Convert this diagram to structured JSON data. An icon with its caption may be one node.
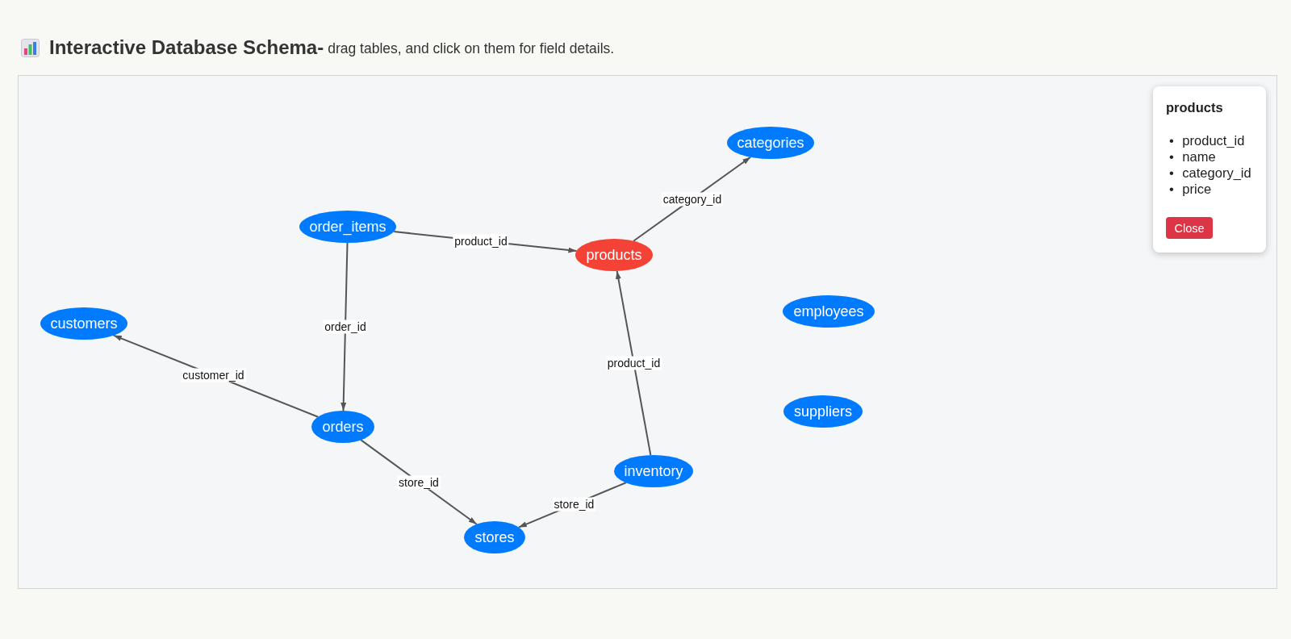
{
  "diagram": {
    "title": "Interactive Database Schema-",
    "nodes": [
      {
        "text": [
          "products",
          "• product_id",
          "• name",
          "• category_id",
          "• price",
          "Close"
        ]
      },
      {
        "text": [
          "categories"
        ]
      },
      {
        "text": [
          "order_items"
        ]
      },
      {
        "text": [
          "products"
        ]
      },
      {
        "text": [
          "customers"
        ]
      },
      {
        "text": [
          "employees"
        ]
      },
      {
        "text": [
          "orders"
        ]
      },
      {
        "text": [
          "suppliers"
        ]
      },
      {
        "text": [
          "inventory"
        ]
      },
      {
        "text": [
          "stores"
        ]
      }
    ],
    "edges": [
      {
        "from": 2,
        "to": 3,
        "arrow": "to",
        "label": "product_id"
      },
      {
        "from": 3,
        "to": 1,
        "arrow": "to",
        "label": "category_id"
      },
      {
        "from": 2,
        "to": 6,
        "arrow": "to",
        "label": "order_id"
      },
      {
        "from": 6,
        "to": 4,
        "arrow": "to",
        "label": "customer_id"
      },
      {
        "from": 6,
        "to": 9,
        "arrow": "to",
        "label": "store_id"
      },
      {
        "from": 8,
        "to": 9,
        "arrow": "to",
        "label": "store_id"
      },
      {
        "from": 8,
        "to": 3,
        "arrow": "to",
        "label": "product_id"
      }
    ],
    "labels": [
      "drag tables, and click on them for field details."
    ]
  }
}
